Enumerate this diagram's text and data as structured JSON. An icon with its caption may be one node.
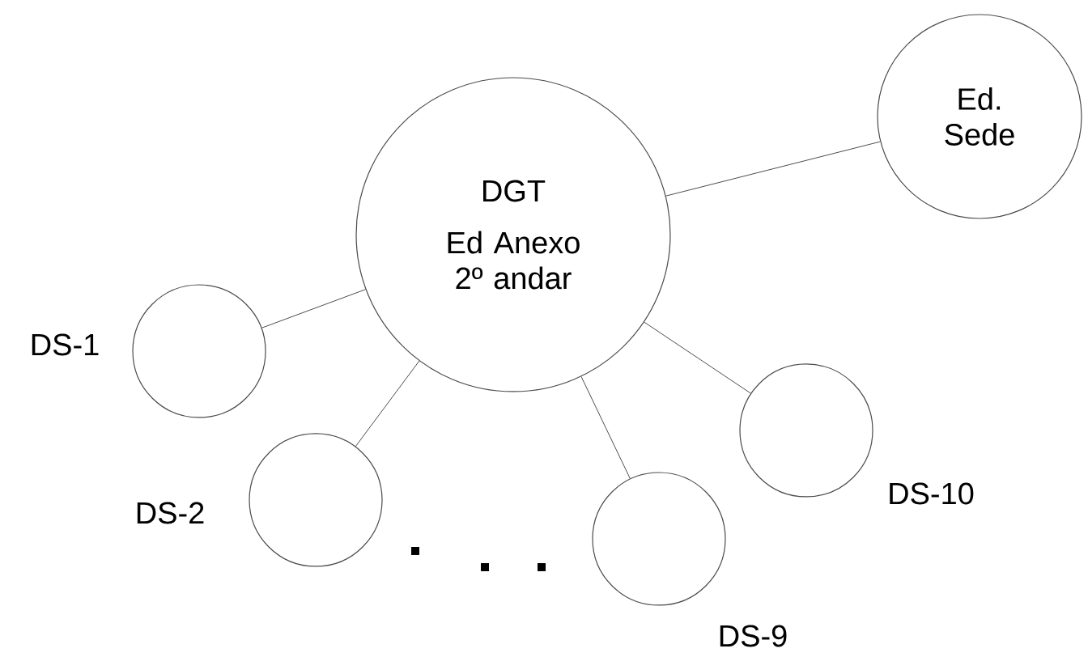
{
  "diagram": {
    "nodes": [
      {
        "text": [
          "DGT",
          "Ed Anexo 2º andar"
        ]
      },
      {
        "text": [
          "Ed. Sede"
        ]
      },
      {
        "text": [],
        "shape": "circle",
        "beside": [
          "DS-1"
        ]
      },
      {
        "text": [],
        "shape": "circle",
        "beside": [
          "DS-2"
        ]
      },
      {
        "text": [],
        "shape": "circle",
        "beside": [
          "DS-9"
        ]
      },
      {
        "text": [],
        "shape": "circle",
        "beside": [
          "DS-10"
        ]
      }
    ],
    "edges": [
      {
        "from": 0,
        "to": 1,
        "arrow": "none"
      },
      {
        "from": 0,
        "to": 2,
        "arrow": "none"
      },
      {
        "from": 0,
        "to": 3,
        "arrow": "none"
      },
      {
        "from": 0,
        "to": 4,
        "arrow": "none"
      },
      {
        "from": 0,
        "to": 5,
        "arrow": "none"
      }
    ]
  }
}
